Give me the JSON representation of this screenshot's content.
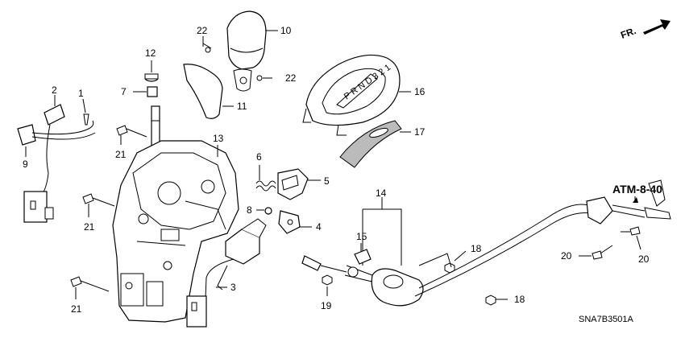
{
  "diagram": {
    "fr_label": "FR.",
    "ref_label": "ATM-8-40",
    "code_label": "SNA7B3501A",
    "callouts": {
      "c1": "1",
      "c2": "2",
      "c3": "3",
      "c4": "4",
      "c5": "5",
      "c6": "6",
      "c7": "7",
      "c8": "8",
      "c9": "9",
      "c10": "10",
      "c11": "11",
      "c12": "12",
      "c13": "13",
      "c14": "14",
      "c15": "15",
      "c16": "16",
      "c17": "17",
      "c18a": "18",
      "c18b": "18",
      "c19": "19",
      "c20a": "20",
      "c20b": "20",
      "c21a": "21",
      "c21b": "21",
      "c21c": "21",
      "c22a": "22",
      "c22b": "22"
    }
  }
}
